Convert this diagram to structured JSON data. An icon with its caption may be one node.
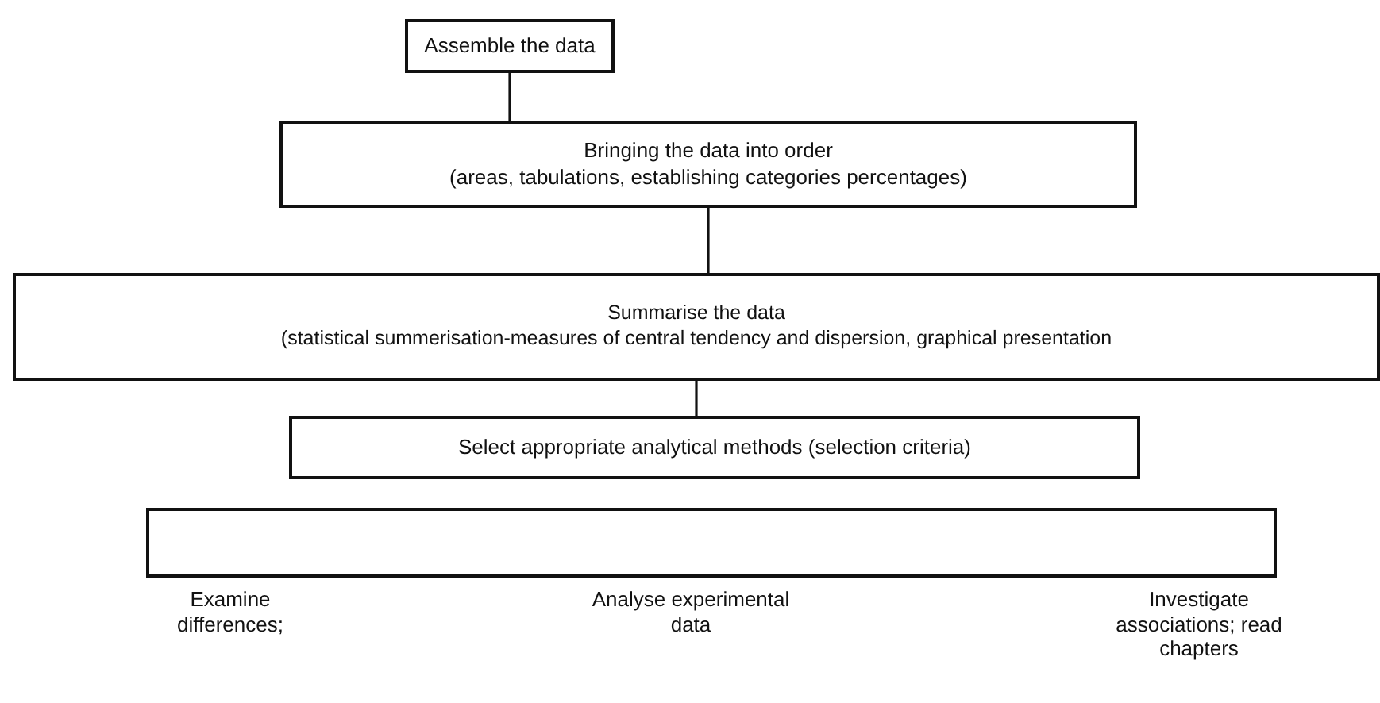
{
  "diagram": {
    "nodes": [
      {
        "text": [
          "Assemble the data"
        ]
      },
      {
        "text": [
          "Bringing the data into order",
          "(areas, tabulations, establishing categories percentages)"
        ]
      },
      {
        "text": [
          "Summarise the data",
          "(statistical summerisation-measures of central tendency and dispersion, graphical presentation"
        ]
      },
      {
        "text": [
          "Select appropriate analytical methods (selection criteria)"
        ]
      },
      {
        "text": [],
        "shape": "box"
      }
    ],
    "edges": [
      {
        "from": 0,
        "to": 1,
        "arrow": "none"
      },
      {
        "from": 1,
        "to": 2,
        "arrow": "none"
      },
      {
        "from": 2,
        "to": 3,
        "arrow": "none"
      }
    ],
    "labels": [
      "Examine differences;",
      "Analyse experimental data",
      "Investigate associations; read chapters"
    ]
  }
}
